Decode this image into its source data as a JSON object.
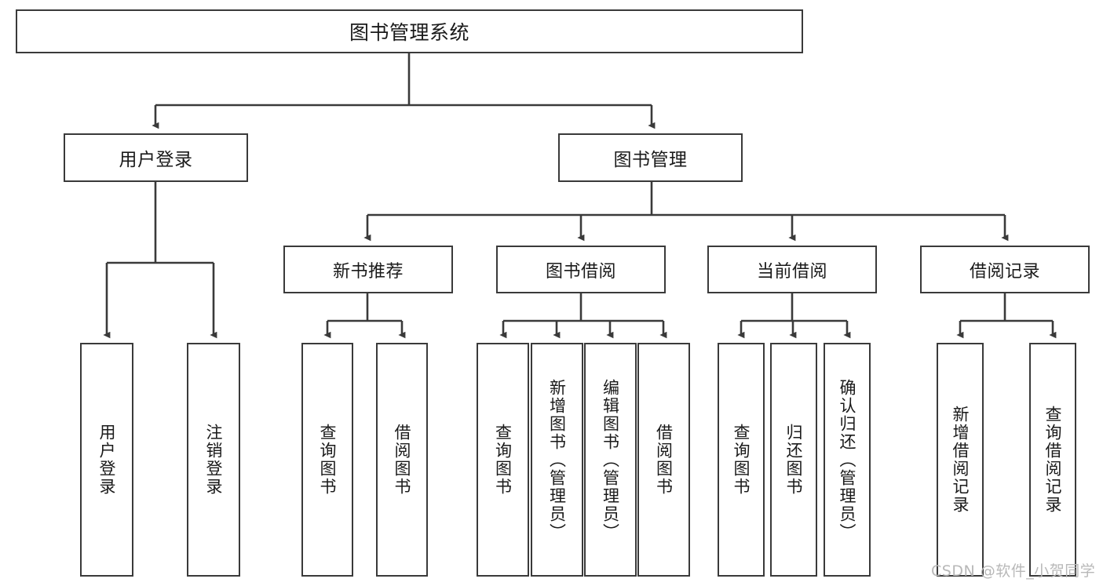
{
  "diagram": {
    "type": "tree",
    "title": "图书管理系统",
    "orientation": "top-down",
    "colors": {
      "border": "#3a3a3a",
      "text": "#1a1a1a",
      "background": "#ffffff",
      "connector": "#3a3a3a",
      "watermark": "#b8b8b8"
    },
    "root": {
      "label": "图书管理系统"
    },
    "level1": [
      {
        "label": "用户登录"
      },
      {
        "label": "图书管理"
      }
    ],
    "level2": [
      {
        "label": "新书推荐"
      },
      {
        "label": "图书借阅"
      },
      {
        "label": "当前借阅"
      },
      {
        "label": "借阅记录"
      }
    ],
    "leaves": {
      "user_login": [
        {
          "label": "用户登录"
        },
        {
          "label": "注销登录"
        }
      ],
      "new_book_recommend": [
        {
          "label": "查询图书"
        },
        {
          "label": "借阅图书"
        }
      ],
      "book_borrow": [
        {
          "label": "查询图书"
        },
        {
          "label": "新增图书（管理员）"
        },
        {
          "label": "编辑图书（管理员）"
        },
        {
          "label": "借阅图书"
        }
      ],
      "current_borrow": [
        {
          "label": "查询图书"
        },
        {
          "label": "归还图书"
        },
        {
          "label": "确认归还（管理员）"
        }
      ],
      "borrow_record": [
        {
          "label": "新增借阅记录"
        },
        {
          "label": "查询借阅记录"
        }
      ]
    }
  },
  "watermark": {
    "text": "CSDN @软件_小贺同学"
  }
}
